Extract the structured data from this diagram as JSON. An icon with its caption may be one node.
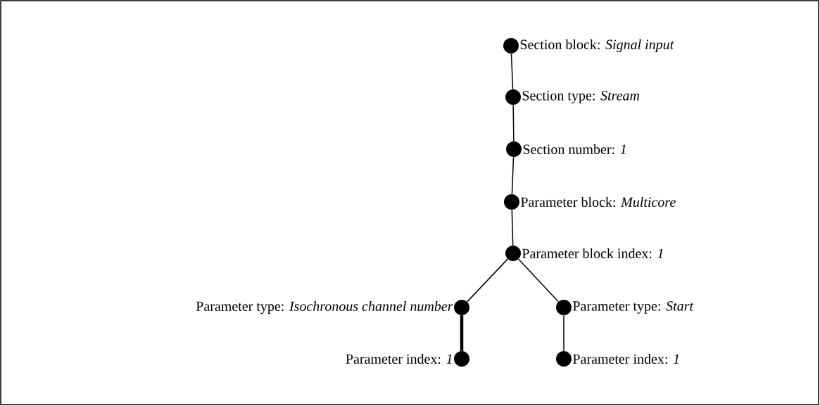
{
  "diagram": {
    "nodes": [
      {
        "text": [
          "Section block: *Signal input*"
        ]
      },
      {
        "text": [
          "Section type: *Stream*"
        ]
      },
      {
        "text": [
          "Section number: *1*"
        ]
      },
      {
        "text": [
          "Parameter block: *Multicore*"
        ]
      },
      {
        "text": [
          "Parameter block index: *1*"
        ]
      },
      {
        "text": [
          "Parameter type: *Isochronous channel number*"
        ]
      },
      {
        "text": [
          "Parameter type: *Start*"
        ]
      },
      {
        "text": [
          "Parameter index: *1*"
        ]
      },
      {
        "text": [
          "Parameter index: *1*"
        ]
      }
    ],
    "edges": [
      {
        "from": 0,
        "to": 1,
        "arrow": "none"
      },
      {
        "from": 1,
        "to": 2,
        "arrow": "none"
      },
      {
        "from": 2,
        "to": 3,
        "arrow": "none"
      },
      {
        "from": 3,
        "to": 4,
        "arrow": "none"
      },
      {
        "from": 4,
        "to": 5,
        "arrow": "none"
      },
      {
        "from": 4,
        "to": 6,
        "arrow": "none"
      },
      {
        "from": 5,
        "to": 7,
        "arrow": "none",
        "style": "thick"
      },
      {
        "from": 6,
        "to": 8,
        "arrow": "none"
      }
    ]
  }
}
